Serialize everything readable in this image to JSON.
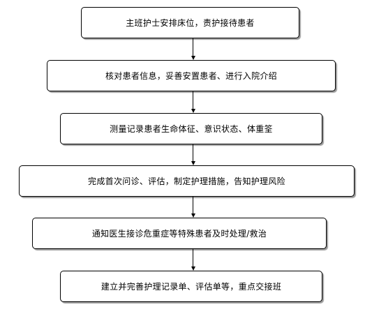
{
  "flowchart": {
    "steps": [
      {
        "label": "主班护士安排床位，责护接待患者"
      },
      {
        "label": "核对患者信息，妥善安置患者、进行入院介绍"
      },
      {
        "label": "测量记录患者生命体征、意识状态、体重筌"
      },
      {
        "label": "完成首次问诊、评估，制定护理措施，告知护理风险"
      },
      {
        "label": "通知医生接诊危重症等特殊患者及时处理/救治"
      },
      {
        "label": "建立并完善护理记录单、评估单等，重点交接班"
      }
    ]
  },
  "colors": {
    "border": "#000000",
    "shadow": "#9a9a9a",
    "background": "#ffffff",
    "text": "#000000"
  }
}
